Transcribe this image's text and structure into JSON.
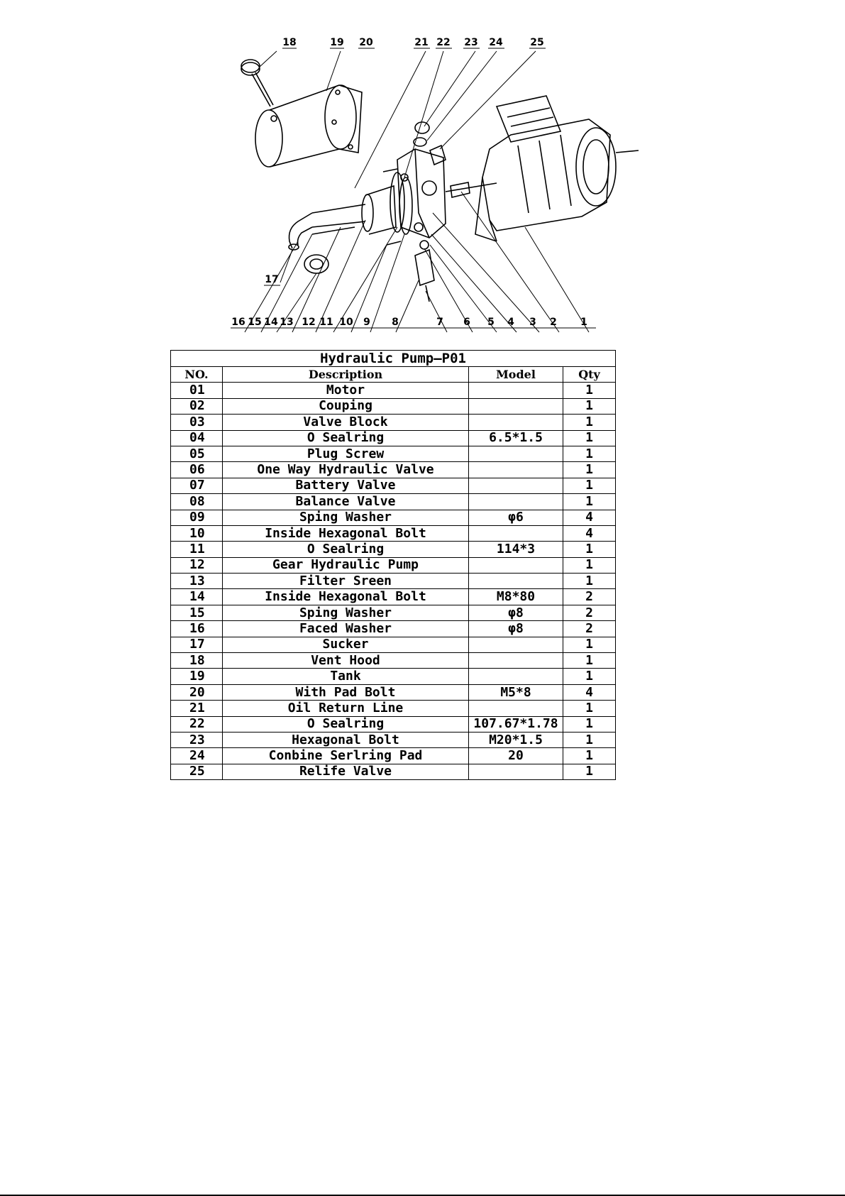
{
  "callouts": [
    "18",
    "19",
    "20",
    "21",
    "22",
    "23",
    "24",
    "25",
    "17",
    "16",
    "15",
    "14",
    "13",
    "12",
    "11",
    "10",
    "9",
    "8",
    "7",
    "6",
    "5",
    "4",
    "3",
    "2",
    "1"
  ],
  "table": {
    "title": "Hydraulic Pump—P01",
    "headers": {
      "no": "NO.",
      "description": "Description",
      "model": "Model",
      "qty": "Qty"
    },
    "rows": [
      {
        "no": "01",
        "description": "Motor",
        "model": "",
        "qty": "1"
      },
      {
        "no": "02",
        "description": "Couping",
        "model": "",
        "qty": "1"
      },
      {
        "no": "03",
        "description": "Valve Block",
        "model": "",
        "qty": "1"
      },
      {
        "no": "04",
        "description": "O Sealring",
        "model": "6.5*1.5",
        "qty": "1"
      },
      {
        "no": "05",
        "description": "Plug Screw",
        "model": "",
        "qty": "1"
      },
      {
        "no": "06",
        "description": "One Way Hydraulic Valve",
        "model": "",
        "qty": "1"
      },
      {
        "no": "07",
        "description": "Battery Valve",
        "model": "",
        "qty": "1"
      },
      {
        "no": "08",
        "description": "Balance Valve",
        "model": "",
        "qty": "1"
      },
      {
        "no": "09",
        "description": "Sping Washer",
        "model": "φ6",
        "qty": "4"
      },
      {
        "no": "10",
        "description": "Inside Hexagonal Bolt",
        "model": "",
        "qty": "4"
      },
      {
        "no": "11",
        "description": "O Sealring",
        "model": "114*3",
        "qty": "1"
      },
      {
        "no": "12",
        "description": "Gear Hydraulic Pump",
        "model": "",
        "qty": "1"
      },
      {
        "no": "13",
        "description": "Filter Sreen",
        "model": "",
        "qty": "1"
      },
      {
        "no": "14",
        "description": "Inside Hexagonal Bolt",
        "model": "M8*80",
        "qty": "2"
      },
      {
        "no": "15",
        "description": "Sping Washer",
        "model": "φ8",
        "qty": "2"
      },
      {
        "no": "16",
        "description": "Faced Washer",
        "model": "φ8",
        "qty": "2"
      },
      {
        "no": "17",
        "description": "Sucker",
        "model": "",
        "qty": "1"
      },
      {
        "no": "18",
        "description": "Vent Hood",
        "model": "",
        "qty": "1"
      },
      {
        "no": "19",
        "description": "Tank",
        "model": "",
        "qty": "1"
      },
      {
        "no": "20",
        "description": "With Pad Bolt",
        "model": "M5*8",
        "qty": "4"
      },
      {
        "no": "21",
        "description": "Oil Return Line",
        "model": "",
        "qty": "1"
      },
      {
        "no": "22",
        "description": "O Sealring",
        "model": "107.67*1.78",
        "qty": "1"
      },
      {
        "no": "23",
        "description": "Hexagonal Bolt",
        "model": "M20*1.5",
        "qty": "1"
      },
      {
        "no": "24",
        "description": "Conbine Serlring Pad",
        "model": "20",
        "qty": "1"
      },
      {
        "no": "25",
        "description": "Relife Valve",
        "model": "",
        "qty": "1"
      }
    ]
  }
}
